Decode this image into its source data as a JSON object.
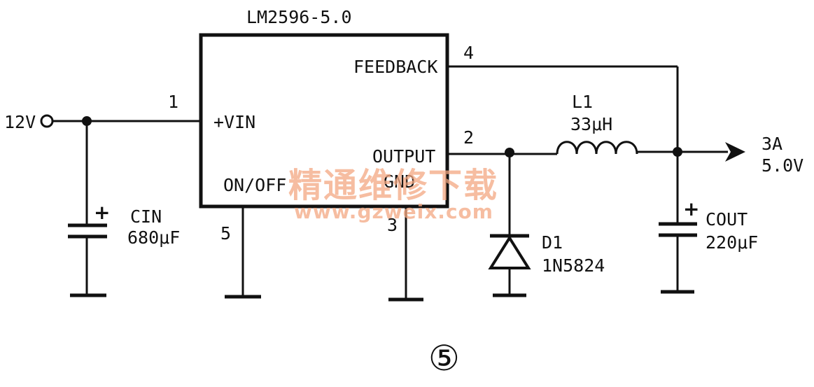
{
  "ic": {
    "part": "LM2596-5.0",
    "pins": {
      "vin": "+VIN",
      "feedback": "FEEDBACK",
      "output": "OUTPUT",
      "onoff": "ON/OFF",
      "gnd": "GND"
    },
    "pin_numbers": {
      "vin": "1",
      "output": "2",
      "gnd": "3",
      "feedback": "4",
      "onoff": "5"
    }
  },
  "input": {
    "voltage": "12V"
  },
  "cin": {
    "name": "CIN",
    "value": "680μF"
  },
  "d1": {
    "name": "D1",
    "part": "1N5824"
  },
  "l1": {
    "name": "L1",
    "value": "33μH"
  },
  "cout": {
    "name": "COUT",
    "value": "220μF"
  },
  "output": {
    "current": "3A",
    "voltage": "5.0V"
  },
  "watermark": {
    "text": "精通维修下载",
    "url": "www.gzweix.com"
  },
  "figure_label": "⑤"
}
